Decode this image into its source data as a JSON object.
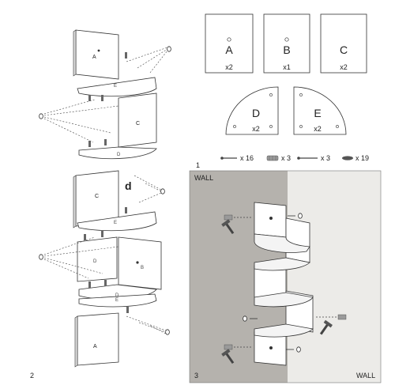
{
  "steps": {
    "step1": "1",
    "step2": "2",
    "step3": "3"
  },
  "parts": {
    "A": {
      "label": "A",
      "qty": "x2"
    },
    "B": {
      "label": "B",
      "qty": "x1"
    },
    "C": {
      "label": "C",
      "qty": "x2"
    },
    "D": {
      "label": "D",
      "qty": "x2"
    },
    "E": {
      "label": "E",
      "qty": "x2"
    }
  },
  "hardware": [
    {
      "name": "screw-long",
      "qty": "x 16"
    },
    {
      "name": "wall-anchor",
      "qty": "x 3"
    },
    {
      "name": "screw",
      "qty": "x 3"
    },
    {
      "name": "dowel",
      "qty": "x 19"
    }
  ],
  "exploded": {
    "panel_labels": [
      "A",
      "E",
      "C",
      "D",
      "C",
      "E",
      "D",
      "B",
      "D",
      "E",
      "A"
    ],
    "callout": "d"
  },
  "install": {
    "wall_left": "WALL",
    "wall_right": "WALL"
  },
  "colors": {
    "line": "#333333",
    "wall_shade": "#b5b2ad",
    "wall_light": "#ecebe8"
  }
}
